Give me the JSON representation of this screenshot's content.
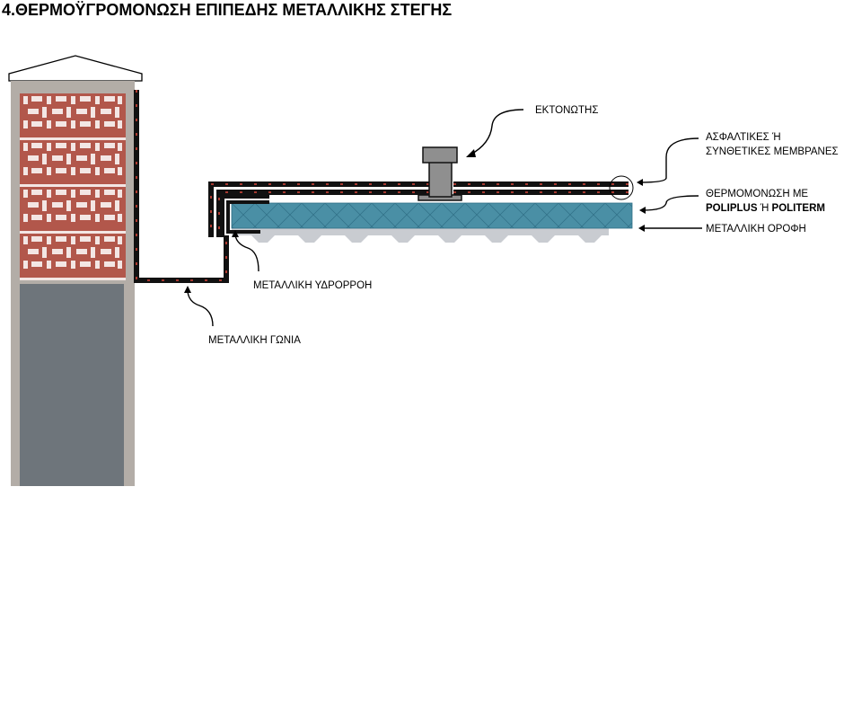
{
  "title": "4.ΘΕΡΜΟΫΓΡΟΜΟΝΩΣΗ ΕΠΙΠΕΔΗΣ ΜΕΤΑΛΛΙΚΗΣ ΣΤΕΓΗΣ",
  "labels": {
    "vent": "ΕΚΤΟΝΩΤΗΣ",
    "membranes_line1": "ΑΣΦΑΛΤΙΚΕΣ Ή",
    "membranes_line2": "ΣΥΝΘΕΤΙΚΕΣ ΜΕΜΒΡΑΝΕΣ",
    "insulation_line1": "ΘΕΡΜΟΜΟΝΩΣΗ ΜΕ",
    "insulation_brand1": "POLIPLUS",
    "insulation_or": " Ή ",
    "insulation_brand2": "POLITERM",
    "metal_roof": "ΜΕΤΑΛΛΙΚΗ ΟΡΟΦΗ",
    "metal_gutter": "ΜΕΤΑΛΛΙΚΗ ΥΔΡΟΡΡΟΗ",
    "metal_angle": "ΜΕΤΑΛΛΙΚΗ ΓΩΝΙΑ"
  },
  "colors": {
    "brick": "#b2574b",
    "mortar": "#f3e6e4",
    "wall_gray": "#6e757b",
    "wall_frame": "#b3ada7",
    "insulation": "#4a8fa5",
    "roof_deck": "#c9ccd1",
    "membrane": "#111111",
    "membrane_mark": "#d8473a",
    "vent_gray": "#8f8f8f"
  }
}
